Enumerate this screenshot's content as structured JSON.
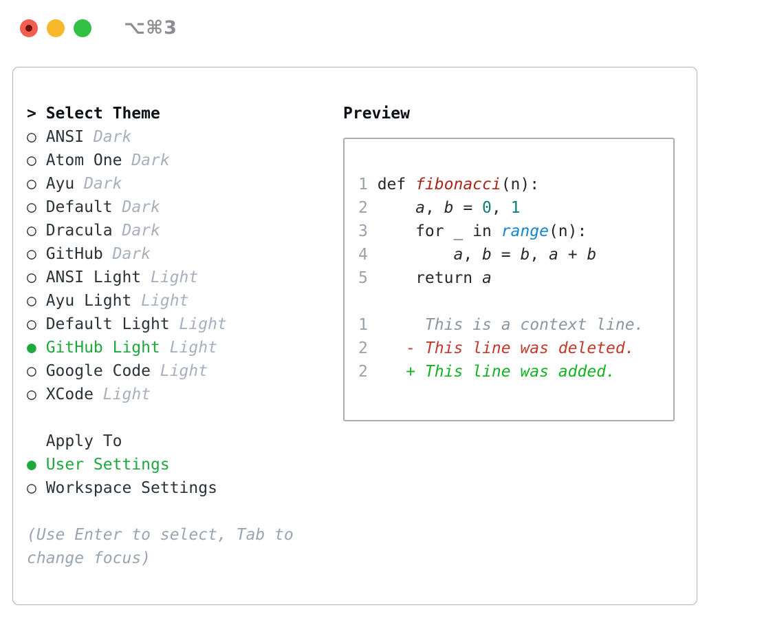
{
  "window": {
    "title": "⌥⌘3",
    "traffic_lights": [
      "close",
      "minimize",
      "zoom"
    ]
  },
  "colors": {
    "selected_green": "#1fa83d",
    "muted_gray": "#a7b0bc",
    "function_red": "#a5281b",
    "builtin_blue": "#1486c8",
    "number_teal": "#0c7f74",
    "diff_deleted_red": "#c13a2c",
    "diff_added_green": "#15b223",
    "panel_border": "#a9b1bb",
    "traffic_red": "#f1604f",
    "traffic_yellow": "#f7b82b",
    "traffic_green": "#32c144"
  },
  "theme_picker": {
    "heading": {
      "prefix": ">",
      "label": "Select Theme"
    },
    "themes": [
      {
        "bullet": "○",
        "name": "ANSI",
        "variant": "Dark",
        "selected": false
      },
      {
        "bullet": "○",
        "name": "Atom One",
        "variant": "Dark",
        "selected": false
      },
      {
        "bullet": "○",
        "name": "Ayu",
        "variant": "Dark",
        "selected": false
      },
      {
        "bullet": "○",
        "name": "Default",
        "variant": "Dark",
        "selected": false
      },
      {
        "bullet": "○",
        "name": "Dracula",
        "variant": "Dark",
        "selected": false
      },
      {
        "bullet": "○",
        "name": "GitHub",
        "variant": "Dark",
        "selected": false
      },
      {
        "bullet": "○",
        "name": "ANSI Light",
        "variant": "Light",
        "selected": false
      },
      {
        "bullet": "○",
        "name": "Ayu Light",
        "variant": "Light",
        "selected": false
      },
      {
        "bullet": "○",
        "name": "Default Light",
        "variant": "Light",
        "selected": false
      },
      {
        "bullet": "●",
        "name": "GitHub Light",
        "variant": "Light",
        "selected": true
      },
      {
        "bullet": "○",
        "name": "Google Code",
        "variant": "Light",
        "selected": false
      },
      {
        "bullet": "○",
        "name": "XCode",
        "variant": "Light",
        "selected": false
      }
    ],
    "apply_to": {
      "label": "Apply To",
      "options": [
        {
          "bullet": "●",
          "name": "User Settings",
          "selected": true
        },
        {
          "bullet": "○",
          "name": "Workspace Settings",
          "selected": false
        }
      ]
    },
    "hint": "(Use Enter to select, Tab to change focus)"
  },
  "preview": {
    "heading": "Preview",
    "code": {
      "lines": [
        {
          "num": "1",
          "t0": "def ",
          "t1": "fibonacci",
          "t2": "(n):"
        },
        {
          "num": "2",
          "t0": "    ",
          "t1": "a",
          "t2": ", ",
          "t3": "b",
          "t4": " = ",
          "t5": "0",
          "t6": ", ",
          "t7": "1"
        },
        {
          "num": "3",
          "t0": "    for _ in ",
          "t1": "range",
          "t2": "(n):"
        },
        {
          "num": "4",
          "t0": "        ",
          "t1": "a",
          "t2": ", ",
          "t3": "b",
          "t4": " = ",
          "t5": "b",
          "t6": ", ",
          "t7": "a",
          "t8": " + ",
          "t9": "b"
        },
        {
          "num": "5",
          "t0": "    return ",
          "t1": "a"
        }
      ],
      "diff": [
        {
          "num": "1",
          "text": "     This is a context line.",
          "kind": "context"
        },
        {
          "num": "2",
          "text": "   - This line was deleted.",
          "kind": "deleted"
        },
        {
          "num": "2",
          "text": "   + This line was added.",
          "kind": "added"
        }
      ]
    }
  }
}
